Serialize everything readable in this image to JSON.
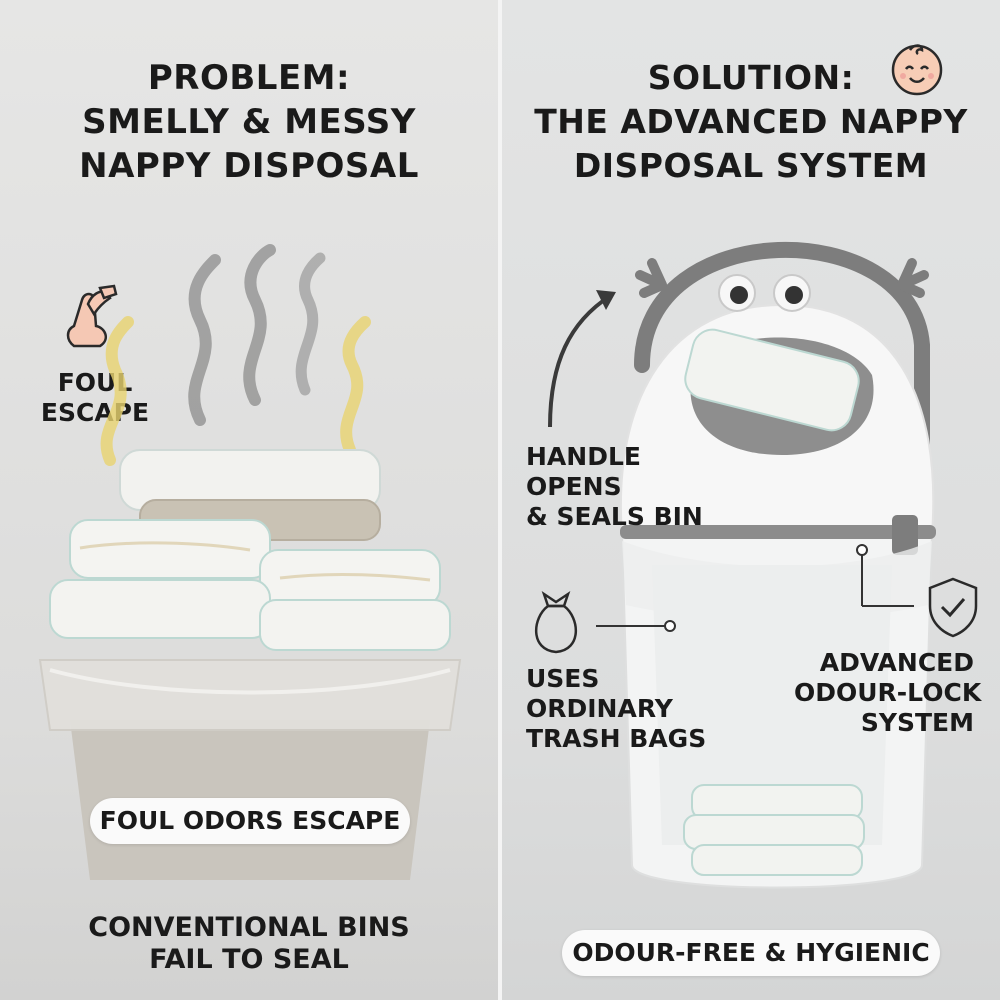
{
  "left_panel": {
    "heading": [
      "PROBLEM:",
      "SMELLY & MESSY",
      "NAPPY DISPOSAL"
    ],
    "callout_escape": [
      "FOUL",
      "ESCAPE"
    ],
    "pill": "FOUL ODORS ESCAPE",
    "footer": [
      "CONVENTIONAL BINS",
      "FAIL TO SEAL"
    ]
  },
  "right_panel": {
    "heading": [
      "SOLUTION:",
      "THE ADVANCED NAPPY",
      "DISPOSAL SYSTEM"
    ],
    "callout_handle": [
      "HANDLE",
      "OPENS",
      "& SEALS BIN"
    ],
    "callout_bags": [
      "USES",
      "ORDINARY",
      "TRASH BAGS"
    ],
    "callout_odour": [
      "ADVANCED",
      "ODOUR-LOCK",
      "SYSTEM"
    ],
    "pill": "ODOUR-FREE & HYGIENIC"
  },
  "icons": {
    "nose": "nose-pinch-icon",
    "baby": "baby-face-icon",
    "bag": "trash-bag-icon",
    "shield": "shield-check-icon"
  },
  "colors": {
    "text": "#1a1a1a",
    "odor_gray": "#8c8c8c",
    "odor_yellow": "#e9d36f",
    "bin": "#c9c5bd",
    "accent_gray": "#7d7d7d"
  }
}
